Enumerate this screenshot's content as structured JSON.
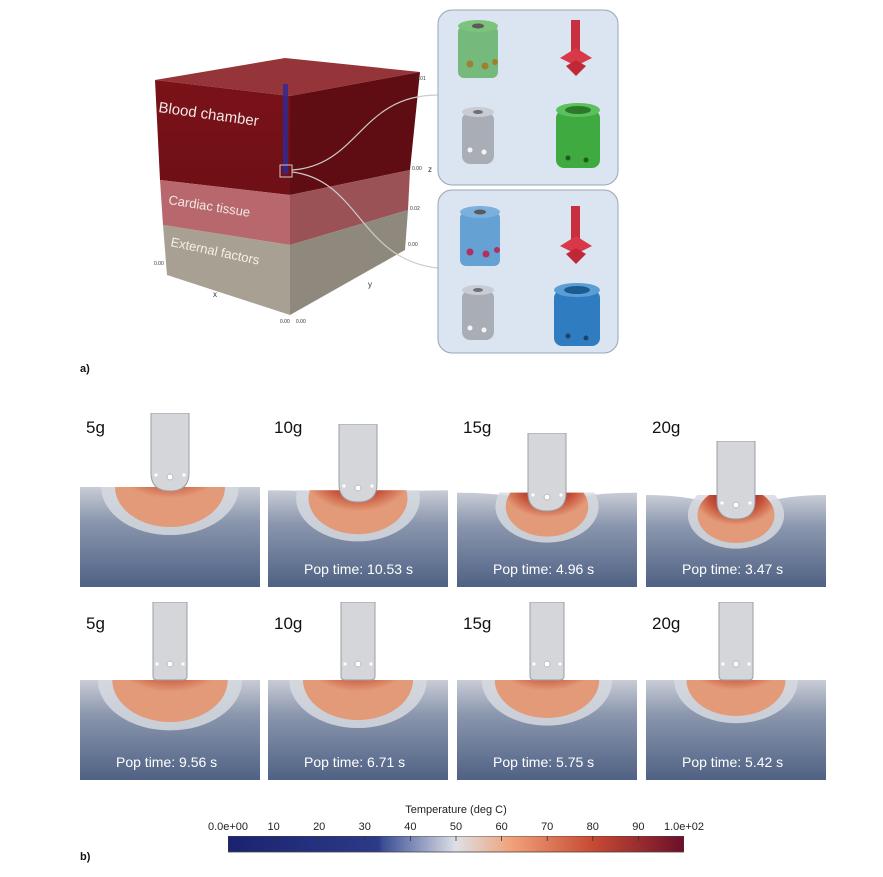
{
  "panel_a": {
    "label": "a)",
    "layers": {
      "blood": "Blood chamber",
      "tissue": "Cardiac tissue",
      "external": "External factors"
    },
    "axes": {
      "x": "x",
      "y": "y",
      "z": "z"
    },
    "axis_ticks": [
      "0.01",
      "0.00",
      "0.02",
      "0.00",
      "0.00",
      "0.00",
      "0.00"
    ]
  },
  "panel_b": {
    "label": "b)",
    "rows": [
      {
        "panels": [
          {
            "force": "5g",
            "pop": ""
          },
          {
            "force": "10g",
            "pop": "Pop time: 10.53 s"
          },
          {
            "force": "15g",
            "pop": "Pop time: 4.96 s"
          },
          {
            "force": "20g",
            "pop": "Pop time: 3.47 s"
          }
        ]
      },
      {
        "panels": [
          {
            "force": "5g",
            "pop": "Pop time: 9.56 s"
          },
          {
            "force": "10g",
            "pop": "Pop time: 6.71 s"
          },
          {
            "force": "15g",
            "pop": "Pop time: 5.75 s"
          },
          {
            "force": "20g",
            "pop": "Pop time: 5.42 s"
          }
        ]
      }
    ]
  },
  "colorbar": {
    "title": "Temperature (deg C)",
    "ticks": [
      "0.0e+00",
      "10",
      "20",
      "30",
      "40",
      "50",
      "60",
      "70",
      "80",
      "90",
      "1.0e+02"
    ],
    "tick_values": [
      0,
      10,
      20,
      30,
      40,
      50,
      60,
      70,
      80,
      90,
      100
    ],
    "range": [
      0,
      100
    ],
    "colors": {
      "cold": "#1a2370",
      "cool": "#4a5a9a",
      "neutral": "#d9dde4",
      "warm": "#f0a27a",
      "hot": "#c84a33",
      "max": "#6b0f2a"
    }
  },
  "colors": {
    "blood": "#7a1218",
    "tissue": "#b8686c",
    "external": "#a7a093",
    "inset_bg": "#dbe5f1",
    "green_tip": "#4aa84a",
    "blue_tip": "#3e8ac8",
    "red_part": "#c83040",
    "gray_part": "#a9aeb6",
    "background_field": "#4f6184"
  }
}
